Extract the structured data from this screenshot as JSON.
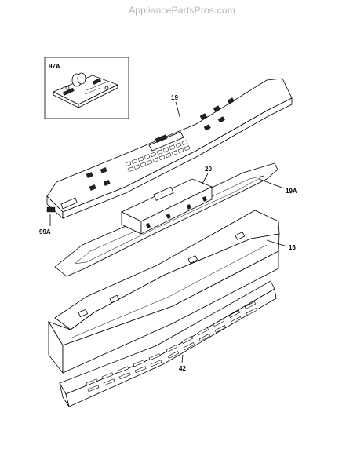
{
  "watermark": "AppliancePartsPros.com",
  "callouts": {
    "inset_board": "97A",
    "control_panel": "19",
    "board": "20",
    "overlay": "19A",
    "connector": "99A",
    "backguard": "16",
    "vent_panel": "42"
  }
}
